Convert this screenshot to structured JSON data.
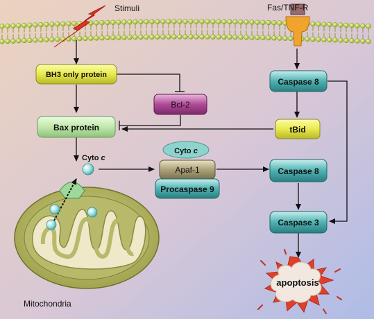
{
  "labels": {
    "stimuli": "Stimuli",
    "fas": "Fas/TNF-R",
    "bh3": "BH3 only protein",
    "bcl2": "Bcl-2",
    "bax": "Bax protein",
    "cyto_text": "Cyto",
    "cyto_italic": "c",
    "apaf": "Apaf-1",
    "procasp9": "Procaspase 9",
    "casp8_top": "Caspase 8",
    "tbid": "tBid",
    "casp8_mid": "Caspase 8",
    "casp3": "Caspase 3",
    "apoptosis": "apoptosis",
    "mito": "Mitochondria"
  },
  "colors": {
    "bg_top_left": "#e9d2c0",
    "bg_bottom_right": "#b8c3e8",
    "membrane_head": "#b9d63a",
    "bh3_fill": "#ecec52",
    "bcl2_fill": "#b04a98",
    "bax_fill": "#c6ecb4",
    "teal_fill": "#4fb2b2",
    "apaf_fill": "#aca27a",
    "cyto_fill": "#8ed3cd",
    "tbid_fill": "#f2e96a",
    "mito_outer": "#a8ad5a",
    "mito_cristae": "#f1ecd0",
    "burst_red": "#e0402a",
    "bolt_red": "#e03321"
  }
}
